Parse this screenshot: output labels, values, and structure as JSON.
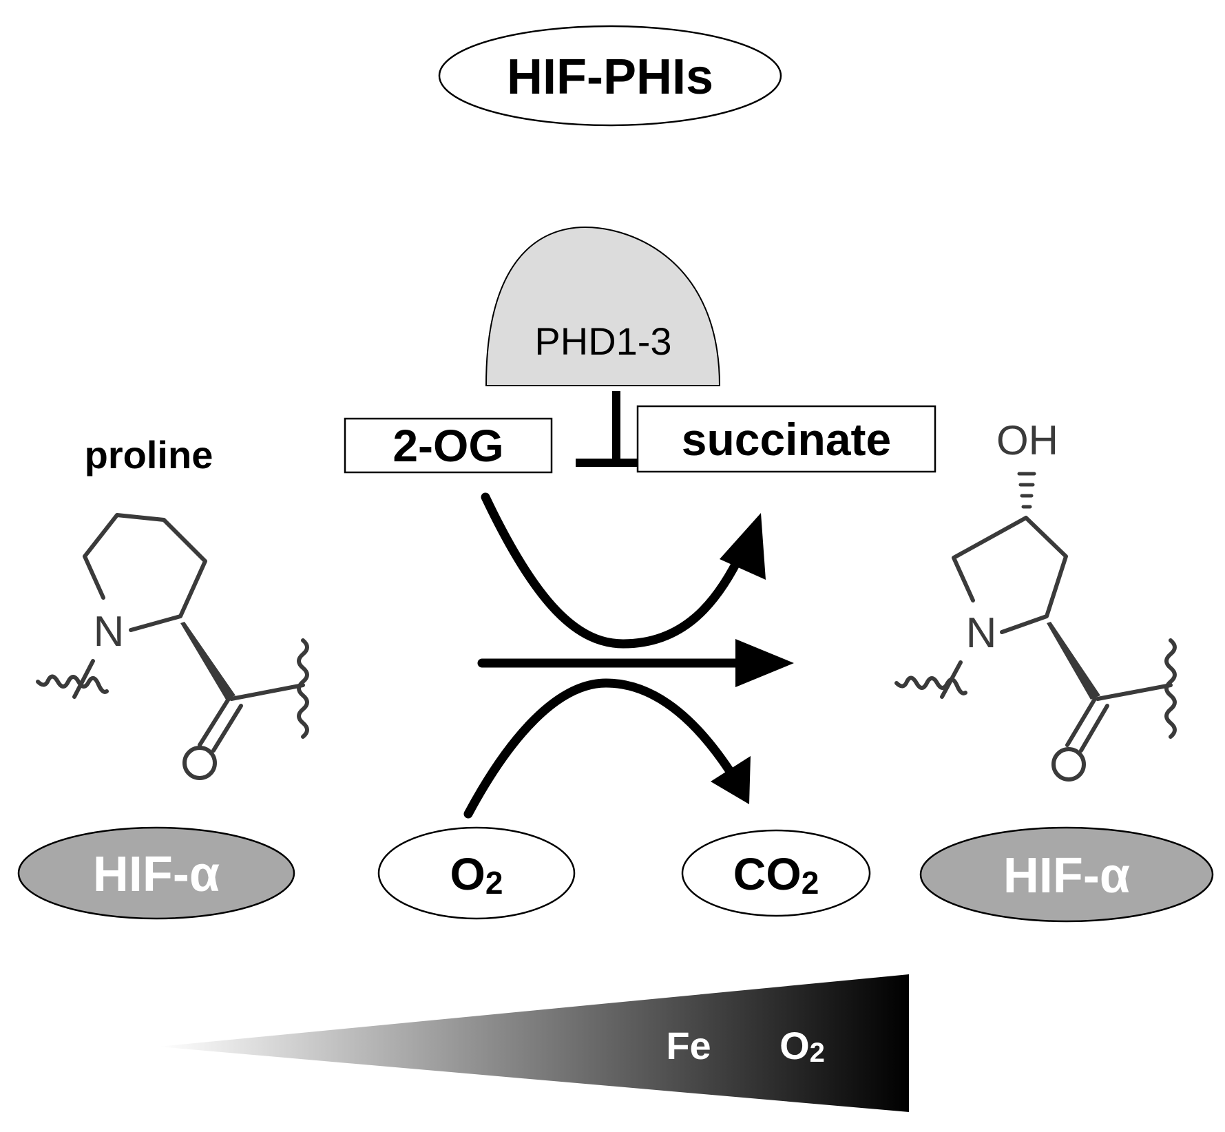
{
  "title": "HIF-PHIs",
  "enzyme": "PHD1-3",
  "cosubstrate": "2-OG",
  "coproduct": "succinate",
  "substrate_label": "proline",
  "product_group_label": "OH",
  "ring_atom_label": "N",
  "carbonyl_atom_label": "O",
  "oxygen_in": {
    "main": "O",
    "sub": "2"
  },
  "co2_out": {
    "main": "CO",
    "sub": "2"
  },
  "left_protein": "HIF-α",
  "right_protein": "HIF-α",
  "gradient": {
    "labels": {
      "fe": "Fe",
      "o2_main": "O",
      "o2_sub": "2"
    }
  },
  "colors": {
    "stroke": "#000000",
    "enzyme_fill": "#dcdcdc",
    "protein_fill": "#a8a8a8",
    "protein_text": "#ffffff",
    "structure_line": "#3a3a3a"
  }
}
